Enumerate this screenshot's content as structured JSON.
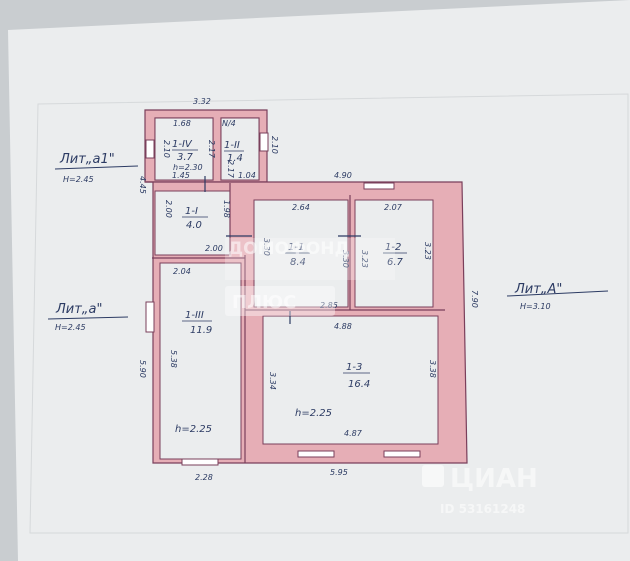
{
  "lit_labels": {
    "a1": {
      "title": "Лит„а1\"",
      "h": "Н=2.45"
    },
    "a": {
      "title": "Лит„а\"",
      "h": "Н=2.45"
    },
    "A": {
      "title": "Лит„А\"",
      "h": "Н=3.10"
    }
  },
  "rooms": {
    "r1_iv": {
      "id": "1-IV",
      "area": "3.7",
      "h": "h=2.30"
    },
    "r1_ii": {
      "id": "1-II",
      "area": "1.4"
    },
    "r1_i": {
      "id": "1-I",
      "area": "4.0"
    },
    "r1_1": {
      "id": "1-1",
      "area": "8.4"
    },
    "r1_2": {
      "id": "1-2",
      "area": "6.7"
    },
    "r1_iii": {
      "id": "1-III",
      "area": "11.9",
      "h": "h=2.25"
    },
    "r1_3": {
      "id": "1-3",
      "area": "16.4",
      "h": "h=2.25"
    }
  },
  "dims": {
    "top": "3.32",
    "iv_w": "1.68",
    "iv_b": "1.45",
    "iv_h": "2.10",
    "ii_w": "1.04",
    "ii_h": "2.17",
    "ii_h2": "2.17",
    "left_small": "4.45",
    "right_small": "2.10",
    "i_h": "2.00",
    "i_w": "2.00",
    "i_h2": "1.98",
    "room1_w": "2.64",
    "room1_h": "3.30",
    "room1_b": "2.85",
    "room1_h2": "3.30",
    "room2_w": "2.07",
    "room2_h": "3.23",
    "room2_h2": "3.23",
    "main_top": "4.90",
    "iii_w": "2.04",
    "iii_h": "5.38",
    "r3_w": "4.88",
    "r3_h": "3.34",
    "r3_h2": "3.38",
    "r3_b": "4.87",
    "outer_left": "5.90",
    "outer_right": "7.90",
    "bottom_left": "2.28",
    "bottom": "5.95"
  },
  "watermarks": {
    "domofond_1": "ДОМОФОНД",
    "domofond_2": "ПЛЮС",
    "cian": "ЦИАН",
    "cian_id": "ID 53161248"
  },
  "colors": {
    "paper": "#ebedee",
    "wall": "#e6aeb6",
    "wall_line": "#7a3f5b",
    "ink": "#2c3b63"
  }
}
